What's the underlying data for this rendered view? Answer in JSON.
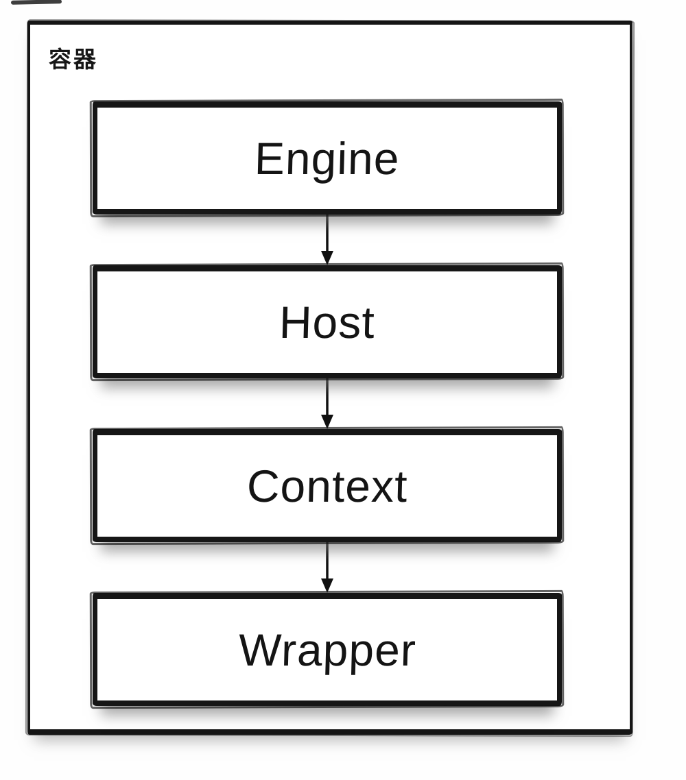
{
  "diagram": {
    "type": "flowchart",
    "container_label": "容器",
    "nodes": [
      {
        "id": "engine",
        "label": "Engine"
      },
      {
        "id": "host",
        "label": "Host"
      },
      {
        "id": "context",
        "label": "Context"
      },
      {
        "id": "wrapper",
        "label": "Wrapper"
      }
    ],
    "edges": [
      {
        "from": "engine",
        "to": "host",
        "direction": "down",
        "style": "solid-arrow"
      },
      {
        "from": "host",
        "to": "context",
        "direction": "down",
        "style": "solid-arrow"
      },
      {
        "from": "context",
        "to": "wrapper",
        "direction": "down",
        "style": "solid-arrow"
      }
    ],
    "colors": {
      "ink": "#161616",
      "background": "#ffffff",
      "shadow_gray": "#8c8c8c"
    },
    "style": "hand-drawn-sketch"
  }
}
